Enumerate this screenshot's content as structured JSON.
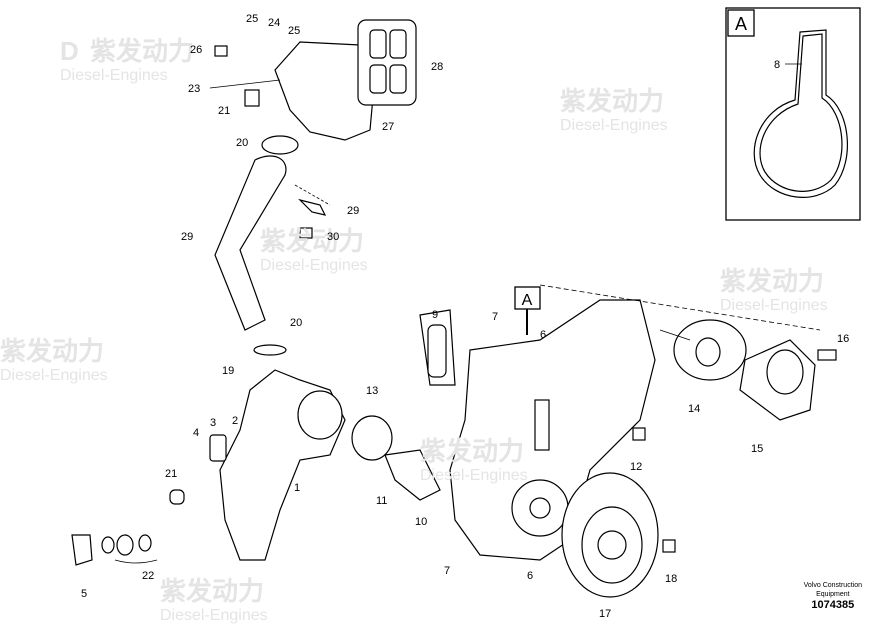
{
  "detail_view": {
    "label": "A"
  },
  "section_marker": {
    "label": "A"
  },
  "watermark": {
    "brand": "紫发动力",
    "sub": "Diesel-Engines"
  },
  "callouts": [
    "26",
    "25",
    "24",
    "25",
    "28",
    "23",
    "21",
    "27",
    "20",
    "29",
    "29",
    "30",
    "20",
    "9",
    "7",
    "6",
    "16",
    "19",
    "13",
    "14",
    "3",
    "2",
    "4",
    "12",
    "15",
    "21",
    "1",
    "11",
    "10",
    "7",
    "6",
    "18",
    "5",
    "22",
    "17",
    "8"
  ],
  "caption": {
    "line1": "Volvo Construction",
    "line2": "Equipment",
    "number": "1074385"
  }
}
